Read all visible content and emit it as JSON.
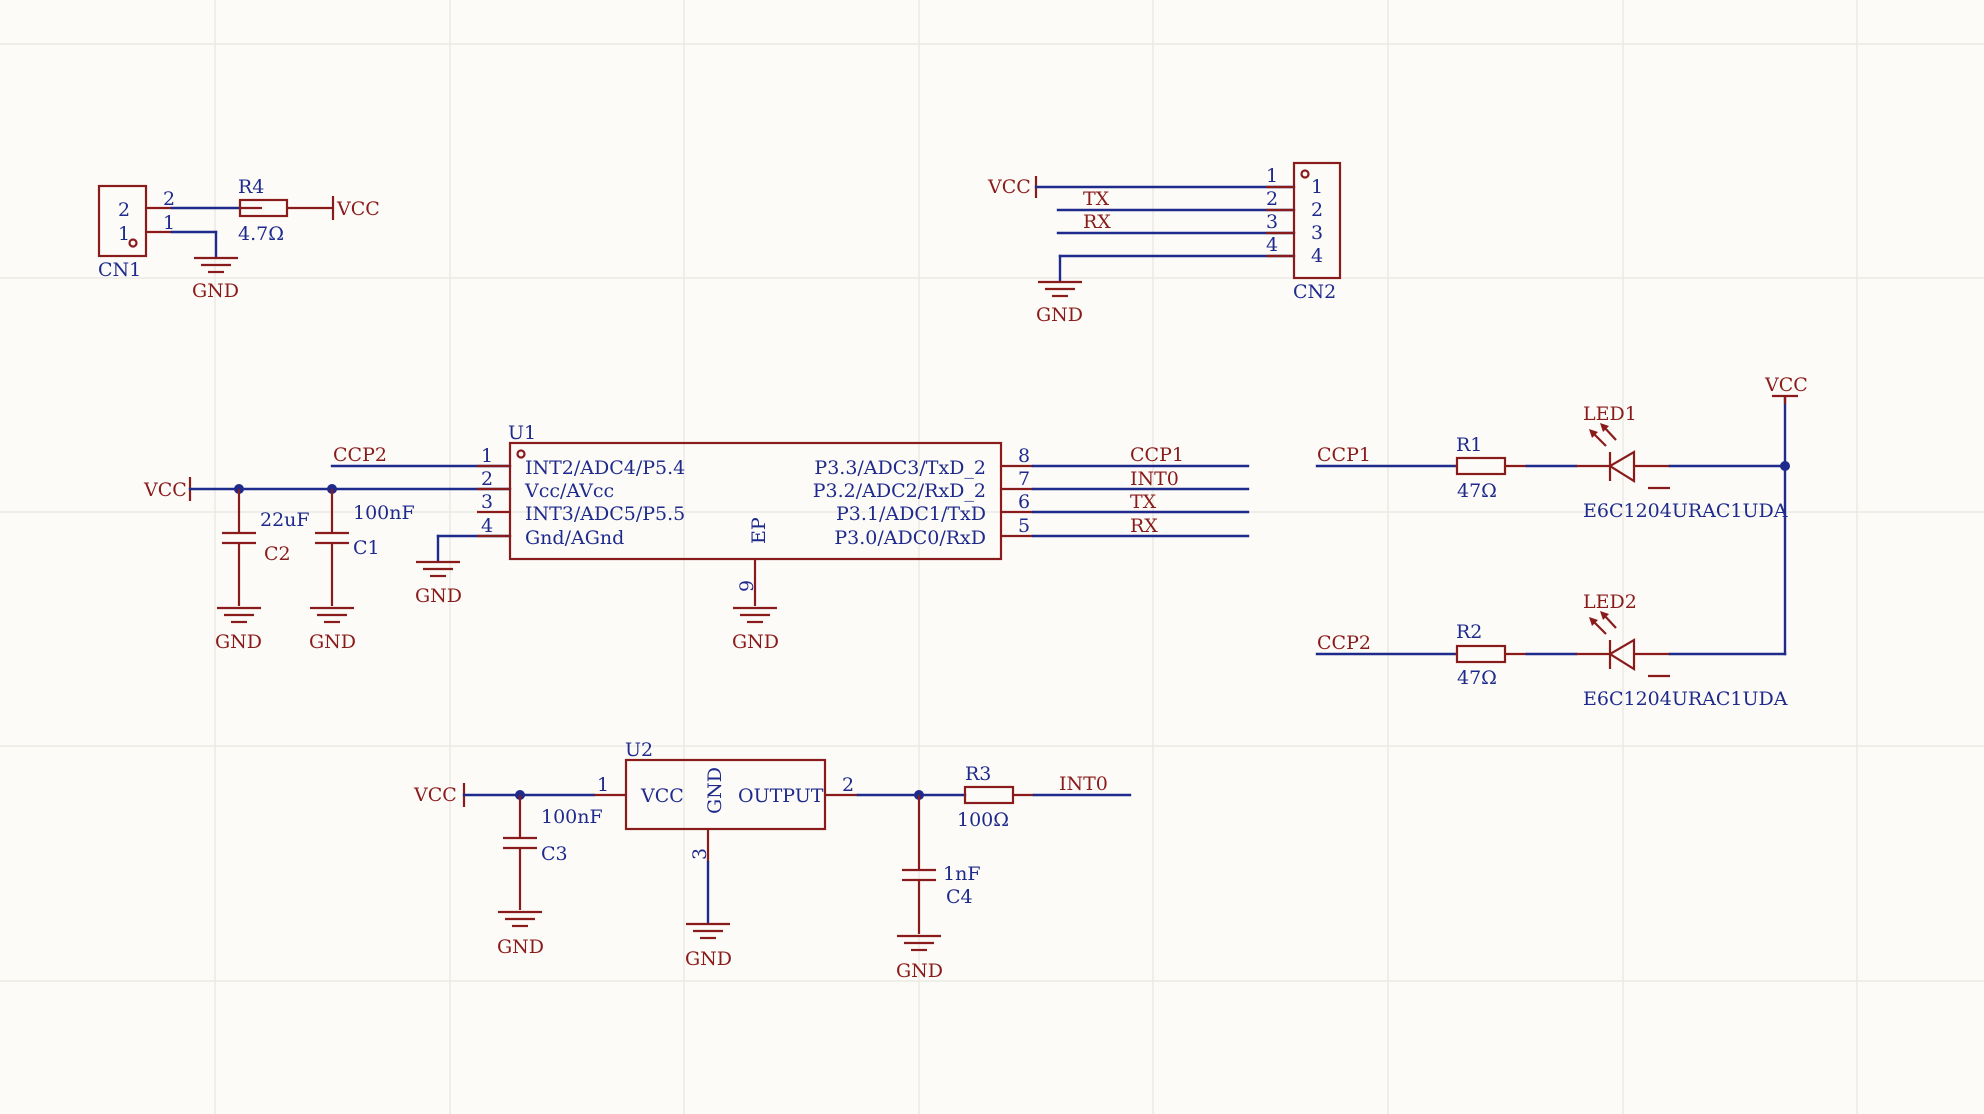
{
  "nets": {
    "vcc": "VCC",
    "gnd": "GND",
    "ccp1": "CCP1",
    "ccp2": "CCP2",
    "tx": "TX",
    "rx": "RX",
    "int0": "INT0"
  },
  "cn1": {
    "ref": "CN1",
    "pins": [
      "2",
      "1"
    ]
  },
  "r4": {
    "ref": "R4",
    "value": "4.7Ω"
  },
  "cn2": {
    "ref": "CN2",
    "pins": [
      "1",
      "2",
      "3",
      "4"
    ]
  },
  "u1": {
    "ref": "U1",
    "left_pins": [
      {
        "num": "1",
        "name": "INT2/ADC4/P5.4"
      },
      {
        "num": "2",
        "name": "Vcc/AVcc"
      },
      {
        "num": "3",
        "name": "INT3/ADC5/P5.5"
      },
      {
        "num": "4",
        "name": "Gnd/AGnd"
      }
    ],
    "right_pins": [
      {
        "num": "8",
        "name": "P3.3/ADC3/TxD_2"
      },
      {
        "num": "7",
        "name": "P3.2/ADC2/RxD_2"
      },
      {
        "num": "6",
        "name": "P3.1/ADC1/TxD"
      },
      {
        "num": "5",
        "name": "P3.0/ADC0/RxD"
      }
    ],
    "ep_name": "EP",
    "ep_num": "9"
  },
  "c2": {
    "ref": "C2",
    "value": "22uF"
  },
  "c1": {
    "ref": "C1",
    "value": "100nF"
  },
  "r1": {
    "ref": "R1",
    "value": "47Ω"
  },
  "r2": {
    "ref": "R2",
    "value": "47Ω"
  },
  "led1": {
    "ref": "LED1",
    "part": "E6C1204URAC1UDA"
  },
  "led2": {
    "ref": "LED2",
    "part": "E6C1204URAC1UDA"
  },
  "u2": {
    "ref": "U2",
    "pin_vcc": "VCC",
    "pin_gnd": "GND",
    "pin_out": "OUTPUT",
    "num_vcc": "1",
    "num_out": "2",
    "num_gnd": "3"
  },
  "c3": {
    "ref": "C3",
    "value": "100nF"
  },
  "r3": {
    "ref": "R3",
    "value": "100Ω"
  },
  "c4": {
    "ref": "C4",
    "value": "1nF"
  }
}
